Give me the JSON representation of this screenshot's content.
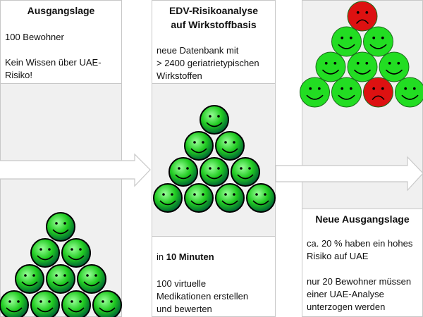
{
  "col1": {
    "title": "Ausgangslage",
    "line1": "100 Bewohner",
    "line2": "Kein Wissen über UAE-",
    "line3": "Risiko!"
  },
  "col2": {
    "title1": "EDV-Risikoanalyse",
    "title2": "auf Wirkstoffbasis",
    "line1": "neue Datenbank mit",
    "line2": "> 2400 geriatrietypischen",
    "line3": "Wirkstoffen",
    "bottom_pre": "in ",
    "bottom_bold": "10 Minuten",
    "bottom1": "100 virtuelle",
    "bottom2": "Medikationen erstellen",
    "bottom3": "und bewerten"
  },
  "col3": {
    "title": "Neue Ausgangslage",
    "line1": "ca. 20 % haben ein hohes",
    "line2": "Risiko auf UAE",
    "line3": "nur 20 Bewohner müssen",
    "line4": "einer UAE-Analyse",
    "line5": "unterzogen werden",
    "faces": [
      "sad",
      "happy",
      "happy",
      "happy",
      "happy",
      "happy",
      "happy",
      "happy",
      "sad",
      "happy"
    ]
  },
  "colors": {
    "green": "#22dd22",
    "red": "#dd1111",
    "glossy": "#33aa22"
  }
}
